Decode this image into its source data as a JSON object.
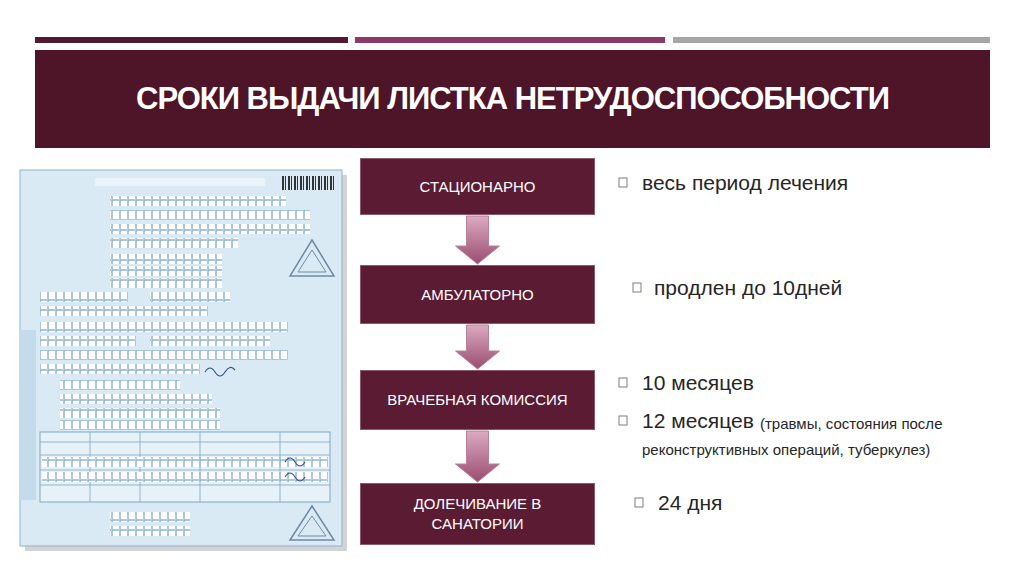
{
  "diagram": {
    "title": "СРОКИ ВЫДАЧИ ЛИСТКА НЕТРУДОСПОСОБНОСТИ",
    "nodes": [
      {
        "text": [
          "СТАЦИОНАРНО"
        ]
      },
      {
        "text": [
          "АМБУЛАТОРНО"
        ]
      },
      {
        "text": [
          "ВРАЧЕБНАЯ КОМИССИЯ"
        ]
      },
      {
        "text": [
          "ДОЛЕЧИВАНИЕ В САНАТОРИИ"
        ]
      }
    ],
    "edges": [
      {
        "from": 0,
        "to": 1,
        "arrow": "to"
      },
      {
        "from": 1,
        "to": 2,
        "arrow": "to"
      },
      {
        "from": 2,
        "to": 3,
        "arrow": "to"
      }
    ],
    "labels": [
      "весь период лечения",
      "продлен до 10дней",
      "10 месяцев",
      "12 месяцев",
      "(травмы, состояния после реконструктивных операций, туберкулез)",
      "24 дня"
    ]
  }
}
